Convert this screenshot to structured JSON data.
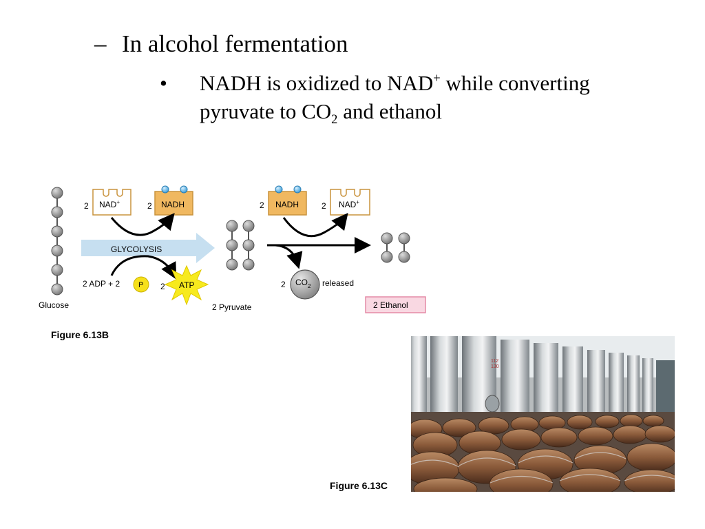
{
  "slide": {
    "heading": {
      "dash": "–",
      "text": "In alcohol fermentation"
    },
    "bullet": {
      "marker": "•",
      "part1": "NADH is oxidized to NAD",
      "sup": "+",
      "part2": " while converting",
      "part3": "pyruvate to CO",
      "sub": "2",
      "part4": " and ethanol"
    }
  },
  "diagram": {
    "glucose_label": "Glucose",
    "glycolysis_label": "GLYCOLYSIS",
    "nad_in": {
      "count": "2",
      "label": "NAD",
      "sup": "+"
    },
    "nadh_out": {
      "count": "2",
      "label": "NADH"
    },
    "nadh_in": {
      "count": "2",
      "label": "NADH"
    },
    "nad_out": {
      "count": "2",
      "label": "NAD",
      "sup": "+"
    },
    "adp_label": "2 ADP + 2",
    "p_label": "P",
    "atp": {
      "count": "2",
      "label": "ATP"
    },
    "pyruvate_label": "2 Pyruvate",
    "co2": {
      "count": "2",
      "label": "CO",
      "sub": "2",
      "released": "released"
    },
    "ethanol_label": "2 Ethanol",
    "colors": {
      "nadh_fill": "#f0b860",
      "arrow_blue": "#c6dff0",
      "atp_star": "#f7ea1e",
      "ethanol_fill": "#f9d8e2",
      "ethanol_border": "#e48aa6",
      "ball": "#9a9a9a"
    }
  },
  "figures": {
    "b_label": "Figure 6.13B",
    "c_label": "Figure 6.13C"
  },
  "photo": {
    "subject": "wine-barrels-and-steel-fermentation-tanks",
    "tank_marking_1": "112",
    "tank_marking_2": "130"
  }
}
